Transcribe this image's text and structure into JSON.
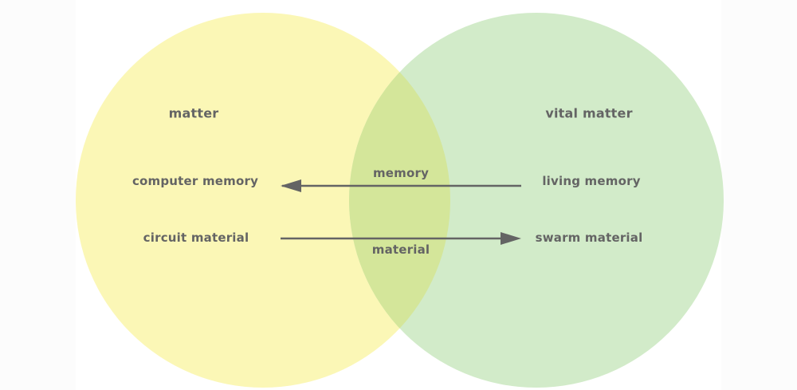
{
  "colors": {
    "left_circle": "#fbf7b6",
    "right_circle": "#d2ebc9",
    "overlap": "#d4e69a",
    "text": "#646464",
    "arrow": "#646464"
  },
  "left_set": {
    "title": "matter",
    "items": [
      "computer memory",
      "circuit material"
    ]
  },
  "right_set": {
    "title": "vital matter",
    "items": [
      "living memory",
      "swarm material"
    ]
  },
  "overlap": {
    "items": [
      "memory",
      "material"
    ]
  },
  "arrows": [
    {
      "from": "living memory",
      "to": "computer memory",
      "label": "memory",
      "direction": "left"
    },
    {
      "from": "circuit material",
      "to": "swarm material",
      "label": "material",
      "direction": "right"
    }
  ]
}
